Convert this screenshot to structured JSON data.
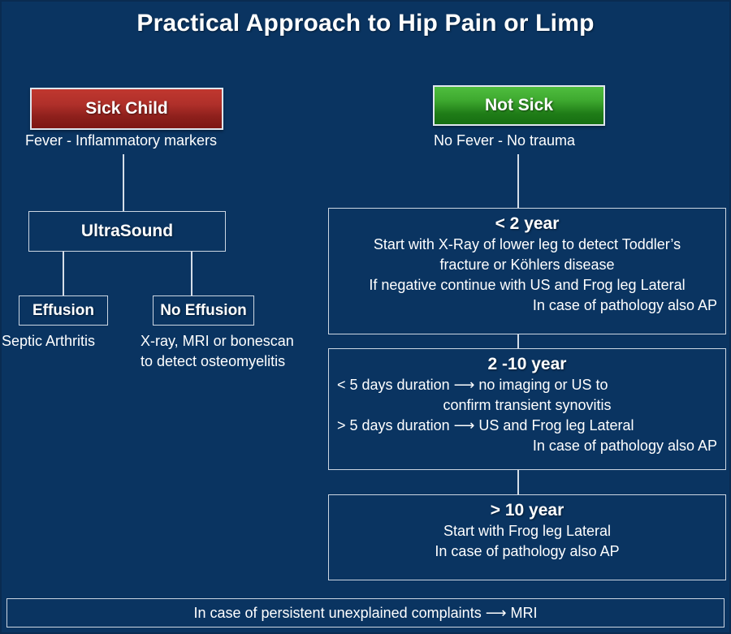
{
  "theme": {
    "background": "#0a3461",
    "line_color": "#d5dee8",
    "text_color": "#ffffff",
    "sick_red": "#b0302a",
    "not_sick_green": "#3faa30"
  },
  "title": "Practical Approach to Hip Pain or Limp",
  "branches": {
    "sick": {
      "pill_label": "Sick Child",
      "caption": "Fever - Inflammatory markers",
      "ultrasound_label": "UltraSound",
      "effusion": {
        "box_label": "Effusion",
        "detail": "Septic Arthritis"
      },
      "no_effusion": {
        "box_label": "No Effusion",
        "detail": "X-ray, MRI or bonescan to detect osteomyelitis"
      }
    },
    "not_sick": {
      "pill_label": "Not Sick",
      "caption": "No Fever - No trauma",
      "age_groups": [
        {
          "header": "< 2 year",
          "lines": [
            {
              "text": "Start with X-Ray of lower leg to detect Toddler’s",
              "align": "center"
            },
            {
              "text": "fracture or Köhlers disease",
              "align": "center"
            },
            {
              "text": "If negative continue with US and Frog leg Lateral",
              "align": "center"
            },
            {
              "text": "In case of pathology also AP",
              "align": "right"
            }
          ]
        },
        {
          "header": "2 -10 year",
          "lines": [
            {
              "text": "< 5 days duration  ⟶  no imaging or US to",
              "align": "left"
            },
            {
              "text": "confirm transient synovitis",
              "align": "center"
            },
            {
              "text": "> 5 days duration  ⟶  US and Frog leg Lateral",
              "align": "left"
            },
            {
              "text": "In case of pathology also AP",
              "align": "right"
            }
          ]
        },
        {
          "header": "> 10 year",
          "lines": [
            {
              "text": "Start with Frog leg Lateral",
              "align": "center"
            },
            {
              "text": "In case of pathology also AP",
              "align": "center"
            }
          ]
        }
      ]
    }
  },
  "footer": {
    "text": "In case of persistent unexplained complaints   ⟶   MRI"
  }
}
